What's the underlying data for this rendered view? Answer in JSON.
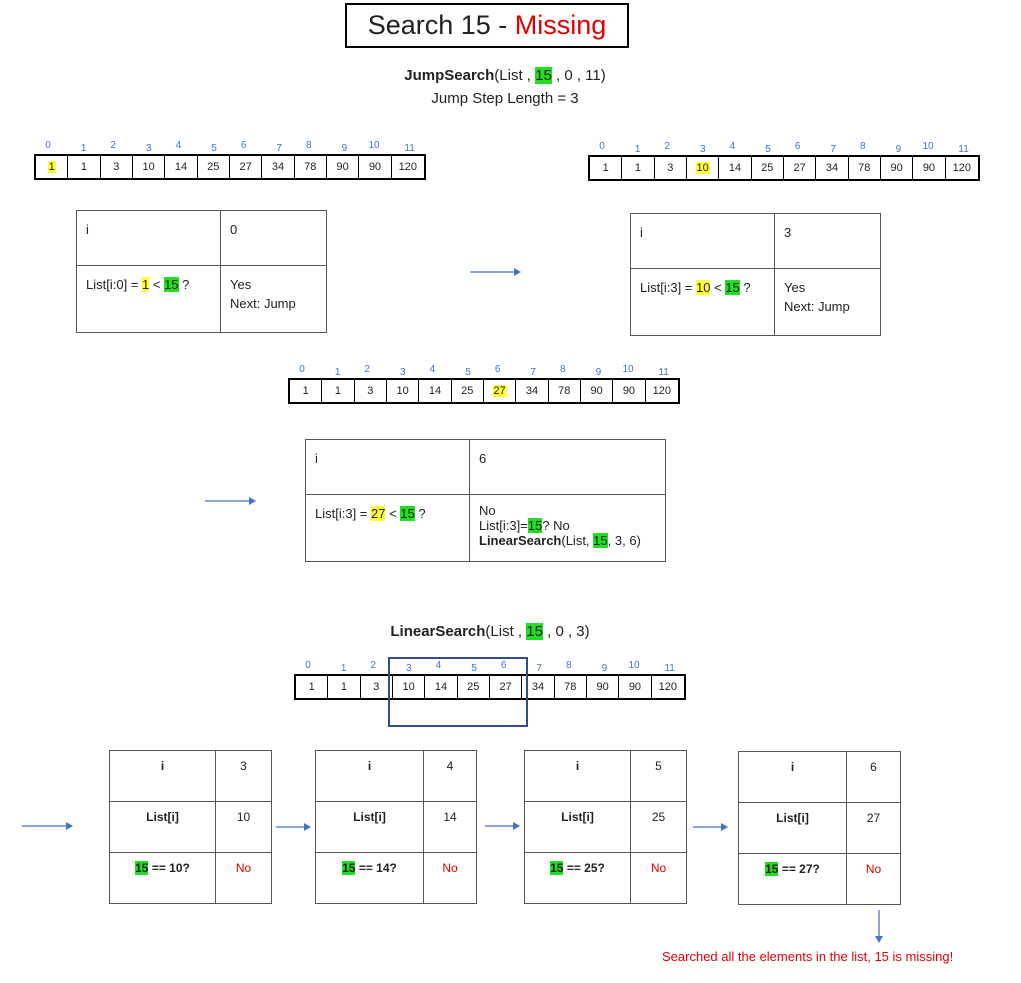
{
  "title": {
    "prefix": "Search 15  -  ",
    "status": "Missing"
  },
  "jump_call": {
    "fn": "JumpSearch",
    "pre": "(List , ",
    "target": "15",
    "post": " , 0 , 11)"
  },
  "jump_step": "Jump Step Length  = 3",
  "indices": [
    "0",
    "1",
    "2",
    "3",
    "4",
    "5",
    "6",
    "7",
    "8",
    "9",
    "10",
    "11"
  ],
  "list": [
    "1",
    "1",
    "3",
    "10",
    "14",
    "25",
    "27",
    "34",
    "78",
    "90",
    "90",
    "120"
  ],
  "step1": {
    "highlight_index": 0,
    "i_label": "i",
    "i_value": "0",
    "cond_pre": "List[i:0] = ",
    "cond_val": "1",
    "cond_mid": " < ",
    "cond_target": "15",
    "cond_post": " ?",
    "ans1": "Yes",
    "ans2": "Next: Jump"
  },
  "step2": {
    "highlight_index": 3,
    "i_label": "i",
    "i_value": "3",
    "cond_pre": "List[i:3] = ",
    "cond_val": "10",
    "cond_mid": " < ",
    "cond_target": "15",
    "cond_post": " ?",
    "ans1": "Yes",
    "ans2": "Next: Jump"
  },
  "step3": {
    "highlight_index": 6,
    "i_label": "i",
    "i_value": "6",
    "cond_pre": "List[i:3] = ",
    "cond_val": "27",
    "cond_mid": " < ",
    "cond_target": "15",
    "cond_post": " ?",
    "ans1": "No",
    "ans2_pre": "List[i:3]=",
    "ans2_target": "15",
    "ans2_post": "? No",
    "ans3_fn": "LinearSearch",
    "ans3_pre": "(List, ",
    "ans3_target": "15",
    "ans3_post": ", 3, 6)"
  },
  "linear_call": {
    "fn": "LinearSearch",
    "pre": "(List , ",
    "target": "15",
    "post": " , 0 , 3)"
  },
  "linear_steps": [
    {
      "i_label": "i",
      "i": "3",
      "list_label": "List[i]",
      "val": "10",
      "target": "15",
      "cmp": " == 10?",
      "res": "No"
    },
    {
      "i_label": "i",
      "i": "4",
      "list_label": "List[i]",
      "val": "14",
      "target": "15",
      "cmp": " == 14?",
      "res": "No"
    },
    {
      "i_label": "i",
      "i": "5",
      "list_label": "List[i]",
      "val": "25",
      "target": "15",
      "cmp": " == 25?",
      "res": "No"
    },
    {
      "i_label": "i",
      "i": "6",
      "list_label": "List[i]",
      "val": "27",
      "target": "15",
      "cmp": " == 27?",
      "res": "No"
    }
  ],
  "conclusion": "Searched all the elements in the list, 15 is missing!",
  "colors": {
    "target_highlight": "#22dd22",
    "current_highlight": "#ffff33",
    "index_text": "#4472c4",
    "missing": "#e00000",
    "arrow": "#4472c4"
  }
}
